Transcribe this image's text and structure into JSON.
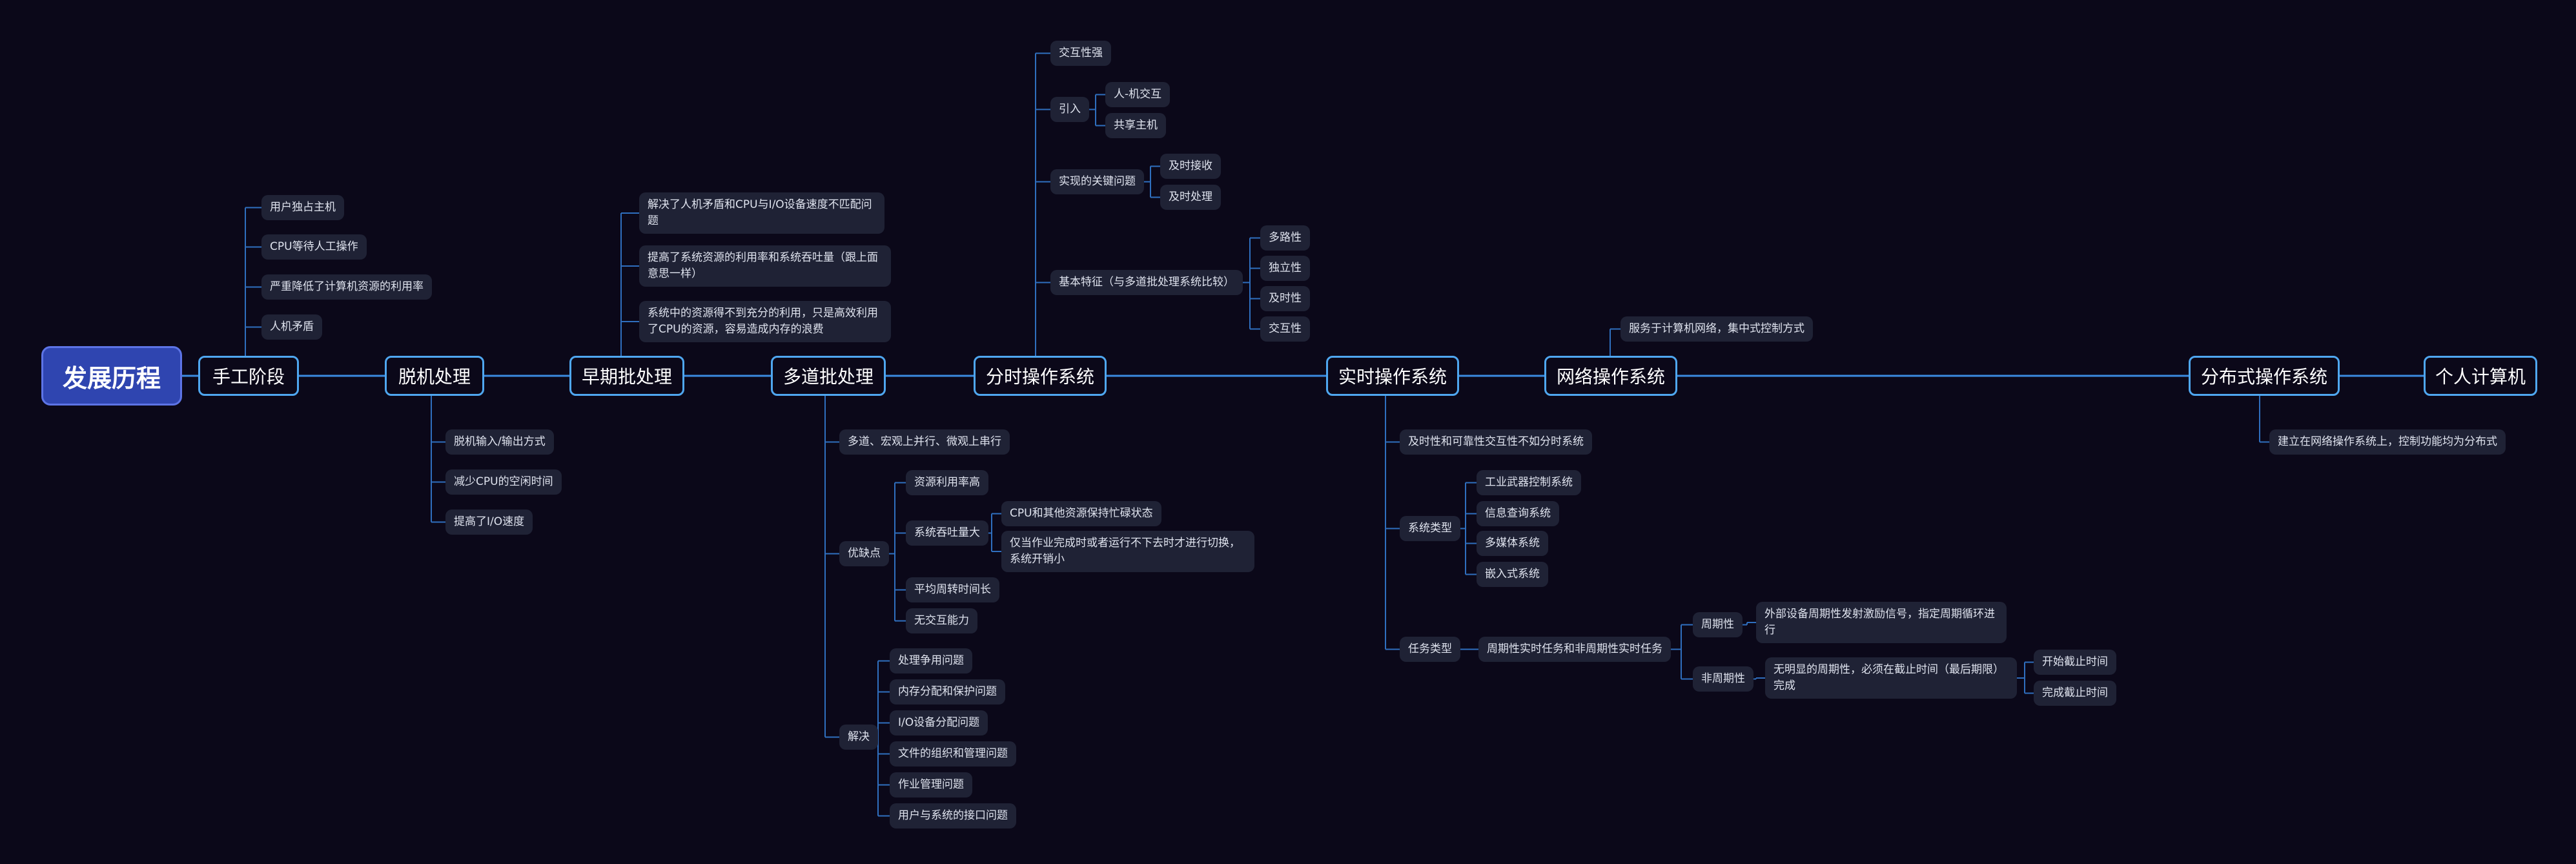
{
  "root": "发展历程",
  "stages": {
    "s1": "手工阶段",
    "s2": "脱机处理",
    "s3": "早期批处理",
    "s4": "多道批处理",
    "s5": "分时操作系统",
    "s6": "实时操作系统",
    "s7": "网络操作系统",
    "s8": "分布式操作系统",
    "s9": "个人计算机"
  },
  "manual": [
    "用户独占主机",
    "CPU等待人工操作",
    "严重降低了计算机资源的利用率",
    "人机矛盾"
  ],
  "offline": [
    "脱机输入/输出方式",
    "减少CPU的空闲时间",
    "提高了I/O速度"
  ],
  "early_batch": [
    "解决了人机矛盾和CPU与I/O设备速度不匹配问题",
    "提高了系统资源的利用率和系统吞吐量（跟上面意思一样）",
    "系统中的资源得不到充分的利用，只是高效利用了CPU的资源，容易造成内存的浪费"
  ],
  "multi_batch": {
    "desc": "多道、宏观上并行、微观上串行",
    "pros_cons": "优缺点",
    "resource_util": "资源利用率高",
    "throughput": "系统吞吐量大",
    "throughput_reasons": [
      "CPU和其他资源保持忙碌状态",
      "仅当作业完成时或者运行不下去时才进行切换，系统开销小"
    ],
    "turnaround": "平均周转时间长",
    "no_interaction": "无交互能力",
    "solve": "解决",
    "solve_items": [
      "处理争用问题",
      "内存分配和保护问题",
      "I/O设备分配问题",
      "文件的组织和管理问题",
      "作业管理问题",
      "用户与系统的接口问题"
    ]
  },
  "timeshare": {
    "strong_interaction": "交互性强",
    "introduce": "引入",
    "introduce_items": [
      "人-机交互",
      "共享主机"
    ],
    "key_issue": "实现的关键问题",
    "key_items": [
      "及时接收",
      "及时处理"
    ],
    "features": "基本特征（与多道批处理系统比较）",
    "feature_items": [
      "多路性",
      "独立性",
      "及时性",
      "交互性"
    ]
  },
  "realtime": {
    "note": "及时性和可靠性交互性不如分时系统",
    "types": "系统类型",
    "type_items": [
      "工业武器控制系统",
      "信息查询系统",
      "多媒体系统",
      "嵌入式系统"
    ],
    "task_types": "任务类型",
    "task_desc": "周期性实时任务和非周期性实时任务",
    "periodic": "周期性",
    "periodic_desc": "外部设备周期性发射激励信号，指定周期循环进行",
    "aperiodic": "非周期性",
    "aperiodic_desc": "无明显的周期性，必须在截止时间（最后期限）完成",
    "deadline_items": [
      "开始截止时间",
      "完成截止时间"
    ]
  },
  "network": {
    "desc": "服务于计算机网络，集中式控制方式"
  },
  "distributed": {
    "desc": "建立在网络操作系统上，控制功能均为分布式"
  }
}
